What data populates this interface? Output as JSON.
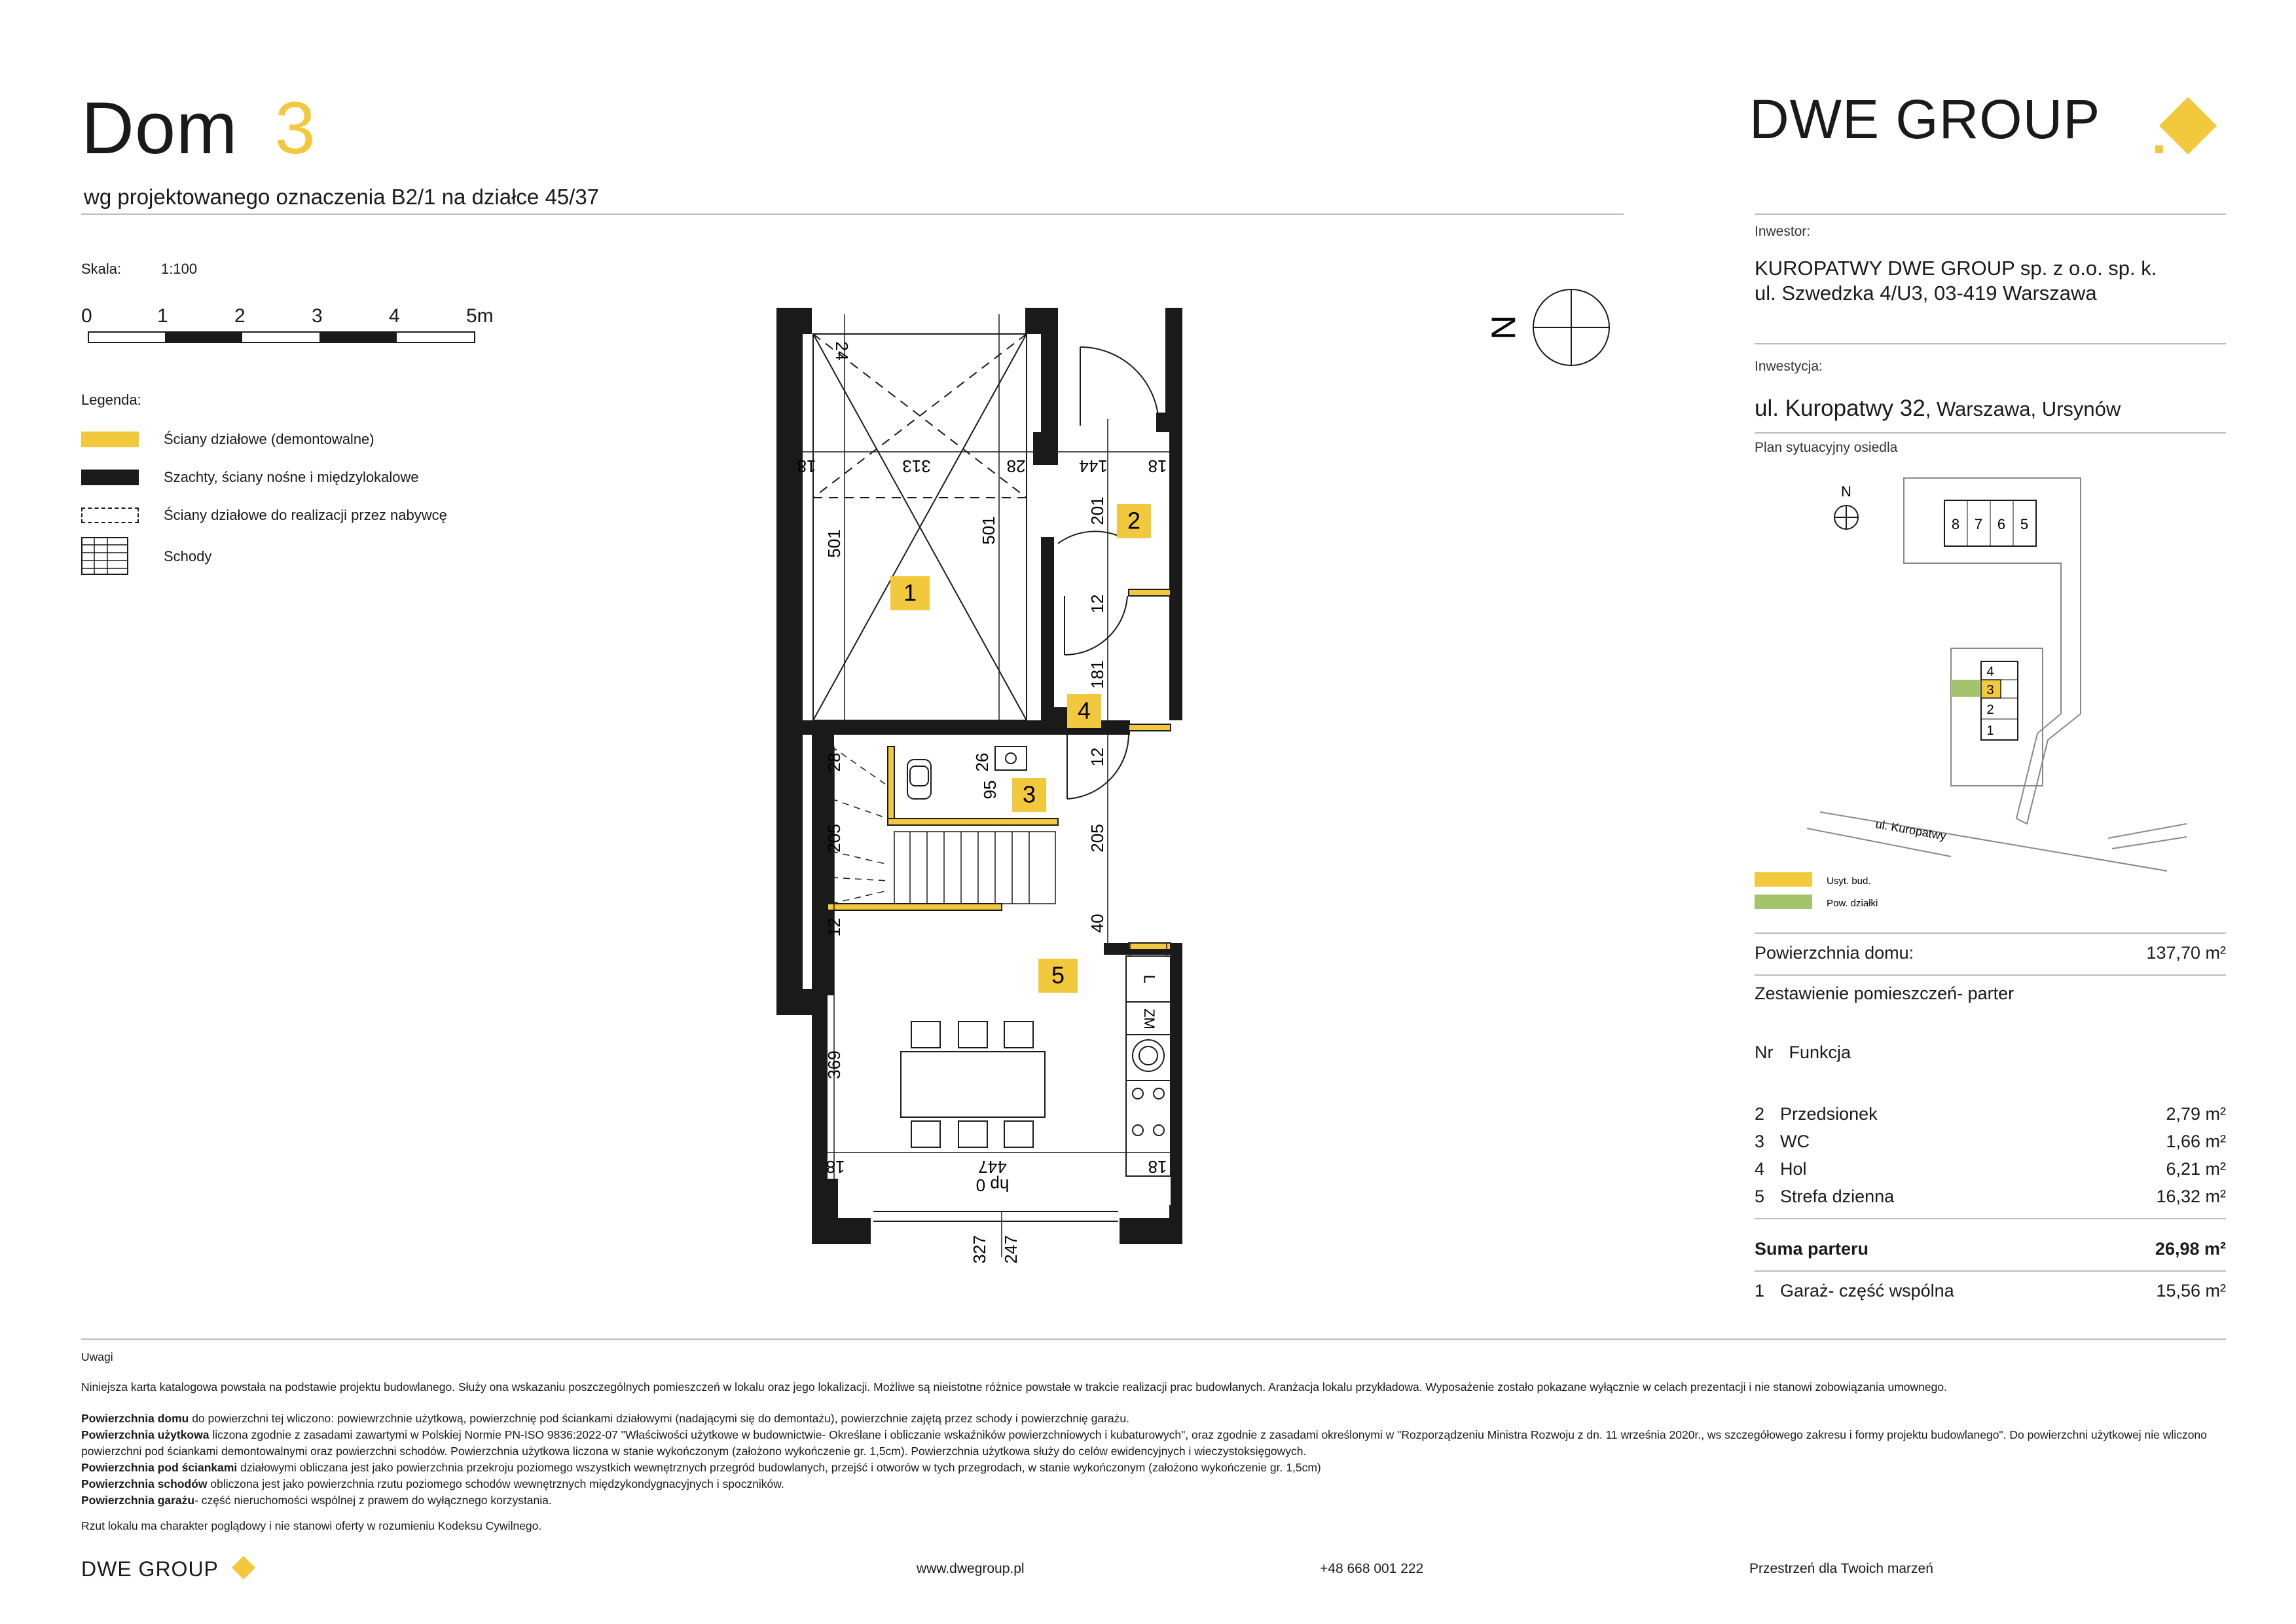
{
  "header": {
    "title": "Dom",
    "number": "3",
    "subtitle": "wg projektowanego oznaczenia B2/1 na działce 45/37"
  },
  "scale": {
    "label": "Skala:",
    "value": "1:100",
    "ticks": [
      "0",
      "1",
      "2",
      "3",
      "4",
      "5m"
    ]
  },
  "legend": {
    "title": "Legenda:",
    "items": [
      {
        "label": "Ściany działowe (demontowalne)",
        "color": "#f2c83c"
      },
      {
        "label": "Szachty, ściany nośne i międzylokalowe",
        "color": "#1a1a1a"
      },
      {
        "label": "Ściany działowe do realizacji przez nabywcę",
        "color": "#1a1a1a"
      },
      {
        "label": "Schody",
        "color": "#1a1a1a"
      }
    ]
  },
  "plan": {
    "north": "N",
    "room_numbers": [
      "1",
      "2",
      "3",
      "4",
      "5"
    ],
    "dimensions": {
      "d24": "24",
      "d18a": "18",
      "d313": "313",
      "d28": "28",
      "d144": "144",
      "d18b": "18",
      "d501a": "501",
      "d501b": "501",
      "d201": "201",
      "d12a": "12",
      "d181": "181",
      "d12b": "12",
      "d28b": "28",
      "d26": "26",
      "d95": "95",
      "d205a": "205",
      "d205b": "205",
      "d12c": "12",
      "d40": "40",
      "d369": "369",
      "d18c": "18",
      "d447": "447",
      "d18d": "18",
      "d327": "327",
      "d247": "247",
      "level": "hp 0"
    },
    "appliances": {
      "fridge": "L",
      "dishwasher": "ZM"
    }
  },
  "brand": {
    "name": "DWE GROUP",
    "accent": "#f2c83c"
  },
  "investor": {
    "label": "Inwestor:",
    "line1": "KUROPATWY DWE GROUP sp. z o.o. sp. k.",
    "line2": "ul. Szwedzka 4/U3, 03-419 Warszawa"
  },
  "investment": {
    "label": "Inwestycja:",
    "street": "ul. Kuropatwy 32",
    "rest": ", Warszawa, Ursynów",
    "site_plan_label": "Plan sytuacyjny osiedla"
  },
  "site_plan": {
    "north": "N",
    "top_units": [
      "8",
      "7",
      "6",
      "5"
    ],
    "left_units": [
      "4",
      "3",
      "2",
      "1"
    ],
    "street": "ul. Kuropatwy",
    "legend": [
      {
        "label": "Usyt. bud.",
        "color": "#f2c83c"
      },
      {
        "label": "Pow. działki",
        "color": "#a3c46c"
      }
    ]
  },
  "area": {
    "label": "Powierzchnia domu:",
    "value": "137,70 m²"
  },
  "rooms_table": {
    "title": "Zestawienie pomieszczeń- parter",
    "col_nr": "Nr",
    "col_func": "Funkcja",
    "rows": [
      {
        "nr": "2",
        "name": "Przedsionek",
        "area": "2,79 m²"
      },
      {
        "nr": "3",
        "name": "WC",
        "area": "1,66 m²"
      },
      {
        "nr": "4",
        "name": "Hol",
        "area": "6,21 m²"
      },
      {
        "nr": "5",
        "name": "Strefa dzienna",
        "area": "16,32 m²"
      }
    ],
    "sum_label": "Suma parteru",
    "sum_value": "26,98 m²",
    "extra": {
      "nr": "1",
      "name": "Garaż- część wspólna",
      "area": "15,56 m²"
    }
  },
  "notes": {
    "title": "Uwagi",
    "p1": "Niniejsza karta katalogowa powstała na podstawie projektu budowlanego. Służy ona wskazaniu poszczególnych pomieszczeń w lokalu oraz jego lokalizacji. Możliwe są nieistotne różnice powstałe w trakcie realizacji prac budowlanych. Aranżacja lokalu przykładowa. Wyposażenie zostało pokazane wyłącznie w celach prezentacji i nie stanowi zobowiązania umownego.",
    "l1b": "Powierzchnia domu",
    "l1": " do powierzchni tej wliczono: powiewrzchnie użytkową, powierzchnię pod ściankami działowymi (nadającymi się do demontażu), powierzchnie zajętą przez schody i powierzchnię garażu.",
    "l2b": "Powierzchnia użytkowa",
    "l2": " liczona zgodnie z zasadami zawartymi w Polskiej Normie PN-ISO 9836:2022-07 \"Właściwości użytkowe w budownictwie- Określane i obliczanie wskaźników powierzchniowych i kubaturowych\", oraz zgodnie z zasadami określonymi w \"Rozporządzeniu Ministra Rozwoju z dn. 11 września 2020r., ws szczegółowego zakresu i formy projektu budowlanego\". Do powierzchni użytkowej nie wliczono powierzchni pod ściankami demontowalnymi oraz powierzchni schodów. Powierzchnia użytkowa liczona w stanie wykończonym (założono wykończenie gr. 1,5cm). Powierzchnia użytkowa służy do celów ewidencyjnych i wieczystoksięgowych.",
    "l3b": "Powierzchnia pod ściankami",
    "l3": " działowymi obliczana jest jako powierzchnia przekroju poziomego wszystkich wewnętrznych przegród budowlanych, przejść i otworów w tych przegrodach, w stanie wykończonym (założono wykończenie gr. 1,5cm)",
    "l4b": "Powierzchnia schodów",
    "l4": " obliczona jest jako powierzchnia rzutu poziomego schodów wewnętrznych międzykondygnacyjnych i spoczników.",
    "l5b": "Powierzchnia garażu",
    "l5": "- część nieruchomości wspólnej z prawem do wyłącznego korzystania.",
    "p_last": "Rzut lokalu ma charakter poglądowy i nie stanowi oferty w rozumieniu Kodeksu Cywilnego."
  },
  "footer": {
    "brand": "DWE GROUP",
    "website": "www.dwegroup.pl",
    "phone": "+48 668 001 222",
    "slogan": "Przestrzeń dla Twoich marzeń"
  }
}
